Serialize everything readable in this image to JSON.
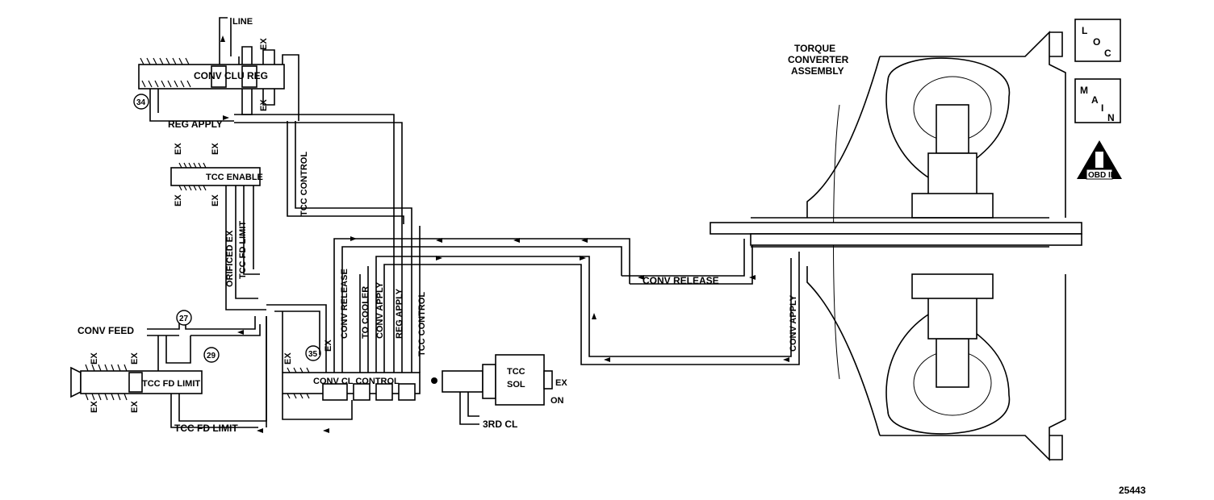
{
  "labels": {
    "line": "LINE",
    "ex": "EX",
    "conv_clu_reg": "CONV CLU REG",
    "reg_apply_top": "REG APPLY",
    "tcc_control_vertical": "TCC CONTROL",
    "tcc_enable": "TCC ENABLE",
    "orificed_ex": "ORIFICED EX",
    "tcc_fd_limit_vertical": "TCC FD LIMIT",
    "conv_feed": "CONV FEED",
    "tcc_fd_limit_valve": "TCC FD LIMIT",
    "tcc_fd_limit_bottom": "TCC FD LIMIT",
    "conv_release_vertical": "CONV RELEASE",
    "to_cooler": "TO COOLER",
    "conv_apply_vertical": "CONV APPLY",
    "reg_apply_vertical": "REG APPLY",
    "tcc_control_vertical2": "TCC CONTROL",
    "conv_cl_control": "CONV CL CONTROL",
    "tcc_sol_1": "TCC",
    "tcc_sol_2": "SOL",
    "ex_right": "EX",
    "on": "ON",
    "third_cl": "3RD CL",
    "conv_release_right": "CONV RELEASE",
    "conv_apply_right": "CONV APPLY",
    "torque_1": "TORQUE",
    "torque_2": "CONVERTER",
    "torque_3": "ASSEMBLY",
    "figure_number": "25443"
  },
  "callouts": {
    "c34": "34",
    "c27": "27",
    "c29": "29",
    "c35": "35"
  },
  "badges": {
    "loc_l": "L",
    "loc_o": "O",
    "loc_c": "C",
    "main_m": "M",
    "main_a": "A",
    "main_i": "I",
    "main_n": "N",
    "obd": "OBD II"
  }
}
